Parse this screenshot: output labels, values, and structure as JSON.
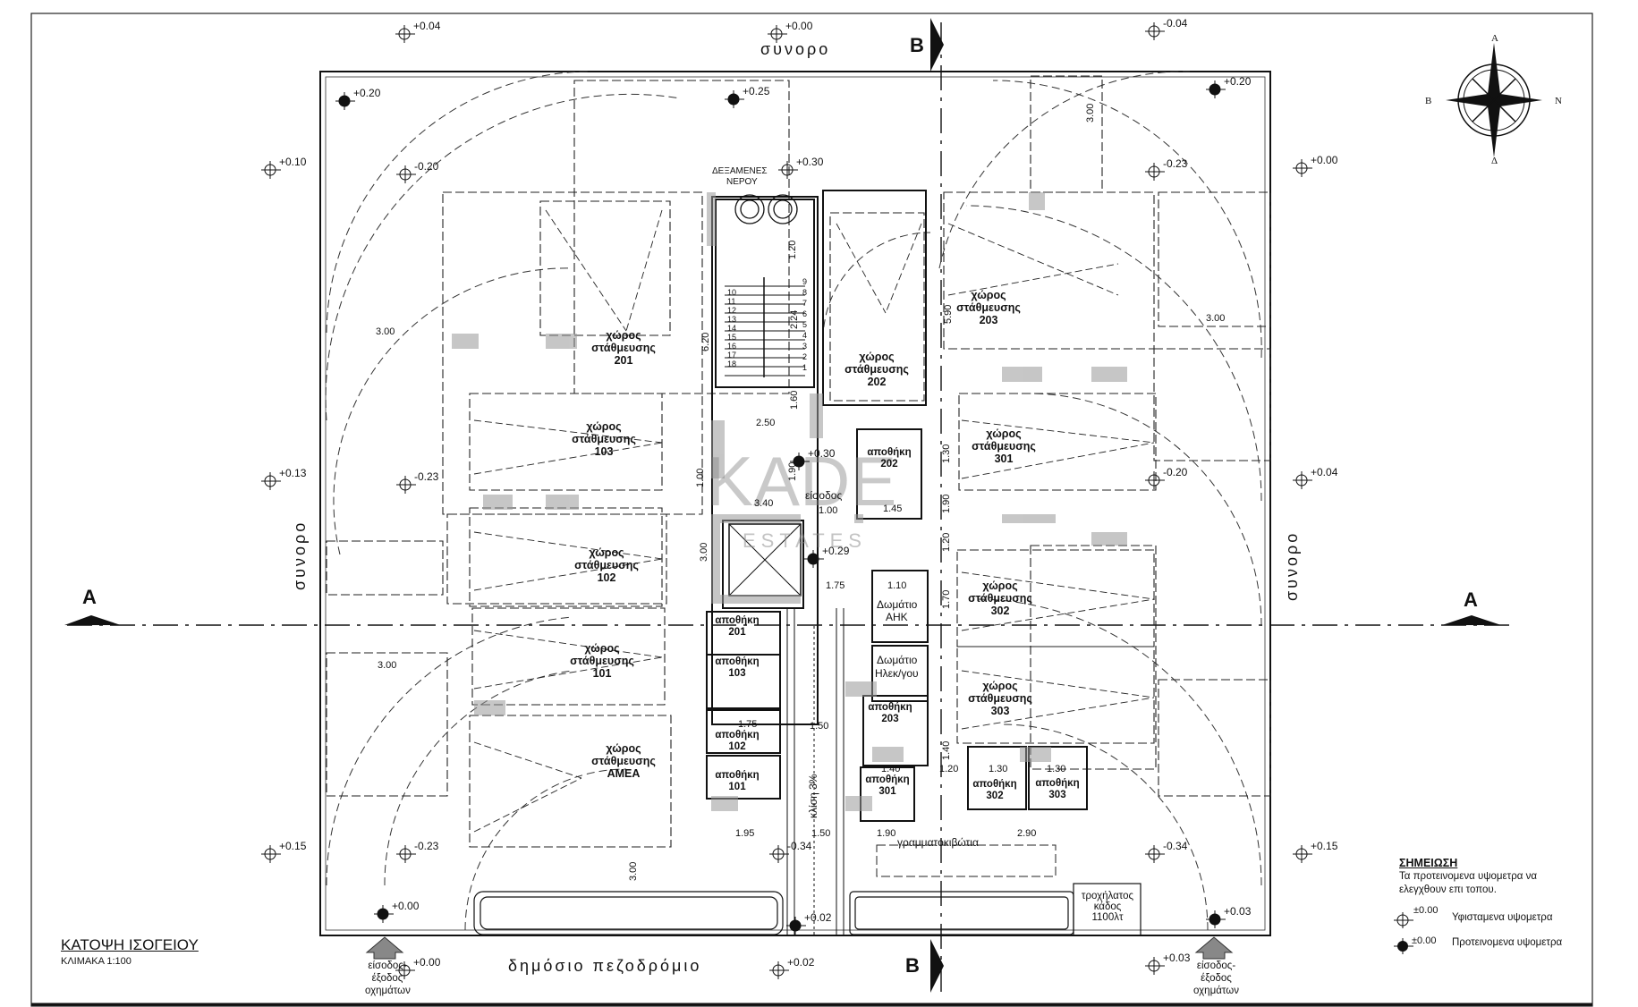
{
  "title": "ΚΑΤΟΨΗ ΙΣΟΓΕΙΟΥ",
  "scale": "ΚΛΙΜΑΚΑ 1:100",
  "boundaries": {
    "top": "συνορο",
    "left": "συνορο",
    "right": "συνορο",
    "bottom": "δημόσιο πεζοδρόμιο"
  },
  "section_marks": {
    "b_top": "B",
    "b_bottom": "B",
    "a_left": "A",
    "a_right": "A"
  },
  "compass": {
    "n": "A",
    "s": "Δ",
    "w": "B",
    "e": "N"
  },
  "water_tanks": {
    "line1": "ΔΕΞΑΜΕΝΕΣ",
    "line2": "ΝΕΡΟΥ"
  },
  "parking": [
    {
      "line1": "χώρος",
      "line2": "στάθμευσης",
      "num": "201"
    },
    {
      "line1": "χώρος",
      "line2": "στάθμευσης",
      "num": "202"
    },
    {
      "line1": "χώρος",
      "line2": "στάθμευσης",
      "num": "203"
    },
    {
      "line1": "χώρος",
      "line2": "στάθμευσης",
      "num": "103"
    },
    {
      "line1": "χώρος",
      "line2": "στάθμευσης",
      "num": "301"
    },
    {
      "line1": "χώρος",
      "line2": "στάθμευσης",
      "num": "102"
    },
    {
      "line1": "χώρος",
      "line2": "στάθμευσης",
      "num": "302"
    },
    {
      "line1": "χώρος",
      "line2": "στάθμευσης",
      "num": "101"
    },
    {
      "line1": "χώρος",
      "line2": "στάθμευσης",
      "num": "303"
    },
    {
      "line1": "χώρος",
      "line2": "στάθμευσης",
      "num": "ΑΜΕΑ"
    }
  ],
  "storage": [
    {
      "name": "αποθήκη",
      "num": "202"
    },
    {
      "name": "αποθήκη",
      "num": "201"
    },
    {
      "name": "αποθήκη",
      "num": "103"
    },
    {
      "name": "αποθήκη",
      "num": "102"
    },
    {
      "name": "αποθήκη",
      "num": "101"
    },
    {
      "name": "αποθήκη",
      "num": "203"
    },
    {
      "name": "αποθήκη",
      "num": "301"
    },
    {
      "name": "αποθήκη",
      "num": "302"
    },
    {
      "name": "αποθήκη",
      "num": "303"
    }
  ],
  "rooms": {
    "entrance": "είσοδος",
    "ahk1": "Δωμάτιο",
    "ahk2": "ΑΗΚ",
    "elec1": "Δωμάτιο",
    "elec2": "Ηλεκ/γου",
    "ramp": "κλίση 3%",
    "mailboxes": "γραμματοκιβώτια",
    "bin1": "τροχήλατος",
    "bin2": "κάδος",
    "bin3": "1100λτ"
  },
  "vehicle_entrances": {
    "line1": "είσοδος-",
    "line2": "έξοδος",
    "line3": "οχημάτων"
  },
  "elevations": [
    "+0.04",
    "+0.00",
    "-0.04",
    "+0.20",
    "+0.25",
    "+0.20",
    "+0.10",
    "-0.20",
    "+0.30",
    "-0.23",
    "+0.00",
    "+0.13",
    "-0.23",
    "+0.30",
    "-0.20",
    "+0.04",
    "+0.29",
    "+0.15",
    "-0.23",
    "-0.34",
    "-0.34",
    "+0.15",
    "+0.00",
    "+0.02",
    "+0.03",
    "+0.00",
    "+0.02",
    "+0.03"
  ],
  "dimensions": [
    "3.00",
    "3.00",
    "3.00",
    "3.00",
    "3.00",
    "2.50",
    "3.40",
    "1.00",
    "1.75",
    "1.10",
    "1.75",
    "1.50",
    "1.95",
    "1.50",
    "1.90",
    "2.90",
    "1.40",
    "1.20",
    "1.30",
    "1.30",
    "1.45",
    "6.20",
    "1.60",
    "1.90",
    "3.00",
    "1.00",
    "2.24",
    "1.20",
    "5.90",
    "1.30",
    "1.90",
    "1.20",
    "1.70",
    "1.40"
  ],
  "stair_numbers": [
    "9",
    "8",
    "7",
    "6",
    "5",
    "4",
    "3",
    "2",
    "1",
    "10",
    "11",
    "12",
    "13",
    "14",
    "15",
    "16",
    "17",
    "18"
  ],
  "note": {
    "heading": "ΣΗΜΕΙΩΣΗ",
    "line1": "Τα προτεινομενα υψομετρα να",
    "line2": "ελεγχθουν επι τοπου.",
    "legend_existing_value": "±0.00",
    "legend_existing": "Υφισταμενα υψομετρα",
    "legend_proposed_value": "±0.00",
    "legend_proposed": "Προτεινομενα υψομετρα"
  },
  "watermark": {
    "main": "KADE",
    "sub": "ESTATES"
  }
}
